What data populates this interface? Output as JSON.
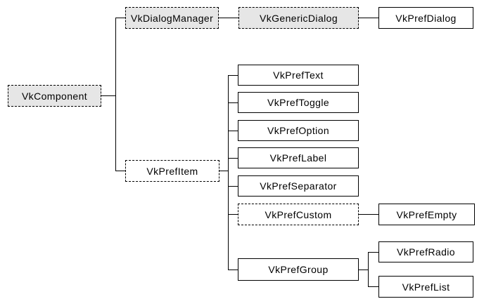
{
  "diagram": {
    "type": "class-hierarchy-tree",
    "colors": {
      "background": "#ffffff",
      "node_border": "#000000",
      "abstract_node_fill": "#e6e6e6",
      "concrete_node_fill": "#ffffff",
      "text": "#000000",
      "connector": "#000000"
    },
    "nodes": {
      "VkComponent": {
        "label": "VkComponent",
        "border": "dashed",
        "fill": "shaded"
      },
      "VkDialogManager": {
        "label": "VkDialogManager",
        "border": "dashed",
        "fill": "shaded"
      },
      "VkGenericDialog": {
        "label": "VkGenericDialog",
        "border": "dashed",
        "fill": "shaded"
      },
      "VkPrefDialog": {
        "label": "VkPrefDialog",
        "border": "solid",
        "fill": "plain"
      },
      "VkPrefItem": {
        "label": "VkPrefItem",
        "border": "dashed",
        "fill": "plain"
      },
      "VkPrefText": {
        "label": "VkPrefText",
        "border": "solid",
        "fill": "plain"
      },
      "VkPrefToggle": {
        "label": "VkPrefToggle",
        "border": "solid",
        "fill": "plain"
      },
      "VkPrefOption": {
        "label": "VkPrefOption",
        "border": "solid",
        "fill": "plain"
      },
      "VkPrefLabel": {
        "label": "VkPrefLabel",
        "border": "solid",
        "fill": "plain"
      },
      "VkPrefSeparator": {
        "label": "VkPrefSeparator",
        "border": "solid",
        "fill": "plain"
      },
      "VkPrefCustom": {
        "label": "VkPrefCustom",
        "border": "dashed",
        "fill": "plain"
      },
      "VkPrefEmpty": {
        "label": "VkPrefEmpty",
        "border": "solid",
        "fill": "plain"
      },
      "VkPrefGroup": {
        "label": "VkPrefGroup",
        "border": "solid",
        "fill": "plain"
      },
      "VkPrefRadio": {
        "label": "VkPrefRadio",
        "border": "solid",
        "fill": "plain"
      },
      "VkPrefList": {
        "label": "VkPrefList",
        "border": "solid",
        "fill": "plain"
      }
    },
    "edges": [
      {
        "from": "VkComponent",
        "to": "VkDialogManager"
      },
      {
        "from": "VkComponent",
        "to": "VkPrefItem"
      },
      {
        "from": "VkDialogManager",
        "to": "VkGenericDialog"
      },
      {
        "from": "VkGenericDialog",
        "to": "VkPrefDialog"
      },
      {
        "from": "VkPrefItem",
        "to": "VkPrefText"
      },
      {
        "from": "VkPrefItem",
        "to": "VkPrefToggle"
      },
      {
        "from": "VkPrefItem",
        "to": "VkPrefOption"
      },
      {
        "from": "VkPrefItem",
        "to": "VkPrefLabel"
      },
      {
        "from": "VkPrefItem",
        "to": "VkPrefSeparator"
      },
      {
        "from": "VkPrefItem",
        "to": "VkPrefCustom"
      },
      {
        "from": "VkPrefItem",
        "to": "VkPrefGroup"
      },
      {
        "from": "VkPrefCustom",
        "to": "VkPrefEmpty"
      },
      {
        "from": "VkPrefGroup",
        "to": "VkPrefRadio"
      },
      {
        "from": "VkPrefGroup",
        "to": "VkPrefList"
      }
    ]
  }
}
